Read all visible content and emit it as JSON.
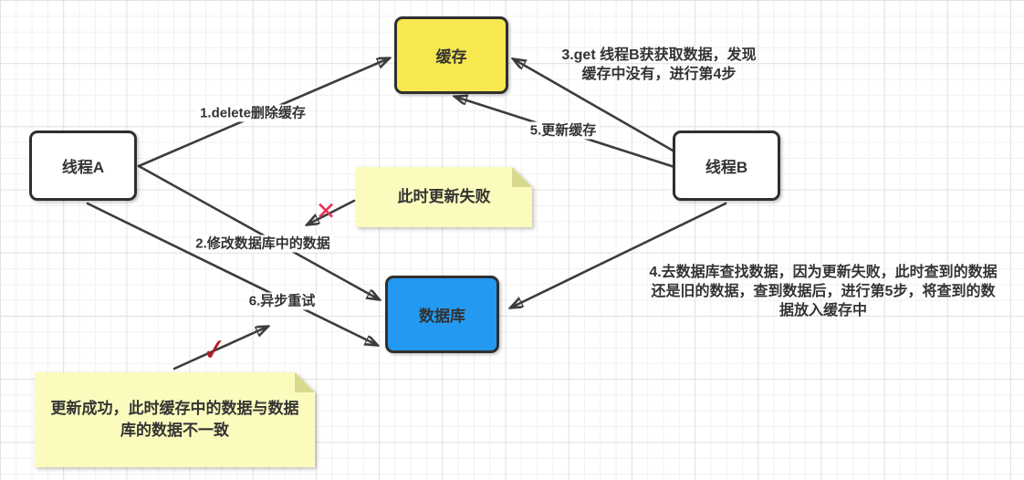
{
  "diagram": {
    "nodes": {
      "cache": {
        "label": "缓存",
        "fill": "#F8E84F"
      },
      "thread_a": {
        "label": "线程A",
        "fill": "#FFFFFF"
      },
      "thread_b": {
        "label": "线程B",
        "fill": "#FFFFFF"
      },
      "database": {
        "label": "数据库",
        "fill": "#2499F1"
      }
    },
    "edge_labels": {
      "step1": "1.delete删除缓存",
      "step2": "2.修改数据库中的数据",
      "step5": "5.更新缓存",
      "step6": "6.异步重试"
    },
    "annotations": {
      "step3": {
        "lines": [
          "3.get 线程B获获取数据，发现",
          "缓存中没有，进行第4步"
        ]
      },
      "step4": {
        "lines": [
          "4.去数据库查找数据，因为更新失败，此时查到的数据",
          "还是旧的数据，查到数据后，进行第5步，将查到的数",
          "据放入缓存中"
        ]
      }
    },
    "notes": {
      "update_failed": {
        "lines": [
          "此时更新失败"
        ],
        "fill": "#FBFBBE",
        "fold_fill": "#D9D98E"
      },
      "update_success": {
        "lines": [
          "更新成功，此时缓存中的数据与数据",
          "库的数据不一致"
        ],
        "fill": "#FBFBBE",
        "fold_fill": "#D9D98E"
      }
    },
    "marks": {
      "fail": {
        "glyph": "✕",
        "color": "#E8325B"
      },
      "success": {
        "glyph": "✓",
        "color": "#B01F22"
      }
    }
  }
}
